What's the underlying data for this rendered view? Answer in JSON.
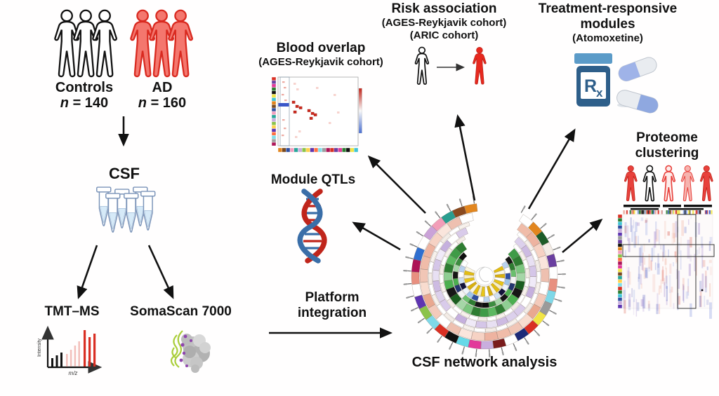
{
  "cohorts": {
    "controls_label": "Controls",
    "controls_n": "n",
    "controls_count": " = 140",
    "ad_label": "AD",
    "ad_n": "n",
    "ad_count": " = 160"
  },
  "csf_label": "CSF",
  "tmt": {
    "label": "TMT–MS",
    "ylabel": "Intensity",
    "xlabel": "m/z",
    "black_bars": [
      12,
      16,
      20
    ],
    "faded_bars": [
      18,
      24,
      30,
      36
    ],
    "red_bars": [
      52,
      42,
      47
    ]
  },
  "somascan_label": "SomaScan 7000",
  "platform": {
    "line1": "Platform",
    "line2": "integration"
  },
  "network_label": "CSF network analysis",
  "blood_overlap": {
    "title": "Blood overlap",
    "subtitle": "(AGES-Reykjavik cohort)"
  },
  "module_qtls_title": "Module QTLs",
  "risk": {
    "title": "Risk association",
    "subtitle1": "(AGES-Reykjavik cohort)",
    "subtitle2": "(ARIC cohort)"
  },
  "treatment": {
    "title_line1": "Treatment-responsive",
    "title_line2": "modules",
    "subtitle": "(Atomoxetine)",
    "rx_main": "R",
    "rx_sub": "x"
  },
  "proteome": {
    "title_line1": "Proteome",
    "title_line2": "clustering"
  },
  "colors": {
    "ad_fill": "#f4776e",
    "ad_stroke": "#d92a20",
    "control_fill": "#ffffff",
    "control_stroke": "#111111",
    "risk_red": "#e8281e",
    "tube_liquid": "#d6eaf8",
    "tube_stroke": "#7a93b8",
    "dna_red": "#c0251b",
    "dna_blue": "#3a6ea8",
    "rx_cap": "#5b9bc8",
    "rx_body": "#2e5f8a",
    "capsule_blue": "#9fb3e8",
    "capsule_white": "#e9ecf0",
    "arrow": "#111111",
    "heat_blue_band": "#3a56c8",
    "spectrum_red": "#d92f23",
    "spectrum_faded": "#f3c0bc"
  },
  "palettes": {
    "modules": [
      "#d93025",
      "#6a3fa0",
      "#e23a9a",
      "#2e7d32",
      "#111111",
      "#f2e545",
      "#40c4d4",
      "#e2861f",
      "#7a4a1f",
      "#2f4fa0",
      "#f2a0c0",
      "#26a69a",
      "#c9aede",
      "#8bc34a",
      "#ffd24d",
      "#5e35b1",
      "#ff7043",
      "#80deea",
      "#9e9e9e",
      "#ad1457"
    ],
    "circos_outer": [
      "#ffffff",
      "#e2861f",
      "#1c5c28",
      "#f3ece6",
      "#6a3fa0",
      "#ffffff",
      "#e89080",
      "#7fd8e8",
      "#9a9a9a",
      "#f2e545",
      "#d92f23",
      "#1c2a78",
      "#ffffff",
      "#7a1c1c",
      "#c9aede",
      "#e23a9a",
      "#66d9e8",
      "#111111",
      "#d92f23",
      "#7fd8e8",
      "#8bc34a",
      "#5e35b1",
      "#ffffff",
      "#e89080",
      "#ad1457",
      "#2f6fd0",
      "#ffffff",
      "#caa2d8",
      "#f29db8",
      "#2a9d8f",
      "#8a4a1f",
      "#e2861f"
    ],
    "circos_salmon": [
      "#f0bca9",
      "#eeb3a0",
      "#f6d2c4",
      "#fae5dc",
      "#eec0b0",
      "#ffffff",
      "#f3cabb",
      "#e9a890",
      "#f8dccf",
      "#f1c6b6"
    ],
    "circos_white": [
      "#ffffff",
      "#f7f1ec",
      "#ffffff",
      "#f3ece6"
    ],
    "circos_lavender": [
      "#dcd0ec",
      "#cdbbe2",
      "#e8e0f3",
      "#d5c6e8",
      "#f0eaf8",
      "#c5b0de",
      "#ffffff",
      "#d9cbea"
    ],
    "circos_green": [
      "#3f9b47",
      "#2e7d32",
      "#7bc67f",
      "#a5d6a7",
      "#1b5e20",
      "#161616",
      "#4caf50",
      "#8fce93",
      "#2e7d32",
      "#5cb860"
    ],
    "circos_dark": [
      "#161616",
      "#2e7d32",
      "#6abf6e",
      "#f4f4f4",
      "#24356e",
      "#4caf50",
      "#161616",
      "#a5d6a7",
      "#3c8d40",
      "#0e0e0e"
    ],
    "circos_blue": [
      "#b9d2ee",
      "#ffffff",
      "#2f4fa0",
      "#9ec4e8",
      "#eef4fa",
      "#14143c",
      "#cfe0f2",
      "#ffffff"
    ],
    "circos_yellow": [
      "#e3bd12",
      "#faf6e2",
      "#d9b10f",
      "#ffffff",
      "#e8c51a",
      "#f5edc8"
    ],
    "heat_streaks": [
      "#d64838",
      "#5660be",
      "#9678c8",
      "#f0aa96",
      "#788cdc"
    ],
    "noise": [
      "#d93025",
      "#3a56c8",
      "#111111",
      "#e8a090",
      "#8fa8e0",
      "#2e7d32",
      "#f2e545"
    ]
  }
}
